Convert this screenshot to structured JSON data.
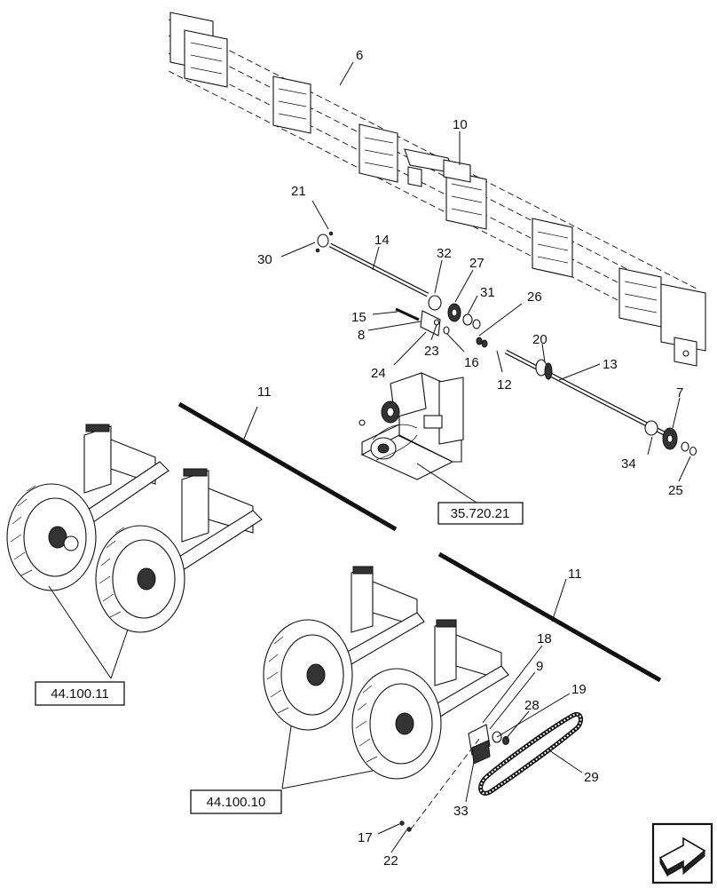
{
  "diagram": {
    "callouts": {
      "c6": "6",
      "c10": "10",
      "c21": "21",
      "c30": "30",
      "c14": "14",
      "c32": "32",
      "c27": "27",
      "c31": "31",
      "c26": "26",
      "c15": "15",
      "c8": "8",
      "c23": "23",
      "c24": "24",
      "c16": "16",
      "c12": "12",
      "c20": "20",
      "c13": "13",
      "c11a": "11",
      "c7": "7",
      "c34": "34",
      "c25": "25",
      "c11b": "11",
      "c18": "18",
      "c9": "9",
      "c19": "19",
      "c28": "28",
      "c29": "29",
      "c33": "33",
      "c17": "17",
      "c22": "22"
    },
    "references": {
      "ref1": "35.720.21",
      "ref2": "44.100.11",
      "ref3": "44.100.10"
    }
  },
  "icons": {
    "nav": "next-page-arrow-icon"
  }
}
